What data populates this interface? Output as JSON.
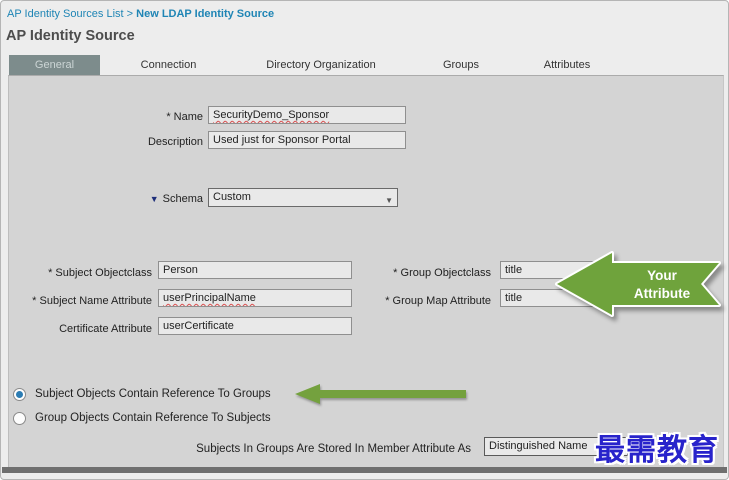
{
  "breadcrumb": {
    "parent": "AP Identity Sources List",
    "separator": ">",
    "current": "New LDAP Identity Source"
  },
  "page": {
    "title": "AP Identity Source"
  },
  "tabs": [
    {
      "label": "General",
      "selected": true
    },
    {
      "label": "Connection",
      "selected": false
    },
    {
      "label": "Directory Organization",
      "selected": false
    },
    {
      "label": "Groups",
      "selected": false
    },
    {
      "label": "Attributes",
      "selected": false
    }
  ],
  "form": {
    "name": {
      "label": "* Name",
      "value": "SecurityDemo_Sponsor"
    },
    "description": {
      "label": "Description",
      "value": "Used just for Sponsor Portal"
    },
    "schema": {
      "label": "Schema",
      "value": "Custom"
    },
    "subject_objectclass": {
      "label": "* Subject Objectclass",
      "value": "Person"
    },
    "subject_name_attribute": {
      "label": "* Subject Name Attribute",
      "value": "userPrincipalName"
    },
    "certificate_attribute": {
      "label": "Certificate Attribute",
      "value": "userCertificate"
    },
    "group_objectclass": {
      "label": "* Group Objectclass",
      "value": "title"
    },
    "group_map_attribute": {
      "label": "* Group Map Attribute",
      "value": "title"
    },
    "radios": [
      {
        "label": "Subject Objects Contain Reference To Groups",
        "selected": true
      },
      {
        "label": "Group Objects Contain Reference To Subjects",
        "selected": false
      }
    ],
    "member_attribute": {
      "label": "Subjects In Groups Are Stored In Member Attribute As",
      "value": "Distinguished Name"
    }
  },
  "callout": {
    "line1": "Your",
    "line2": "Attribute"
  },
  "watermark": {
    "text": "最需教育"
  },
  "colors": {
    "accent_green": "#6fa33c",
    "link_blue": "#1f85b5",
    "selected_tab_gray": "#7d8c8c",
    "radio_blue": "#2b7cb3",
    "watermark_blue": "#2823cb",
    "content_gray": "#d4d4d4"
  }
}
